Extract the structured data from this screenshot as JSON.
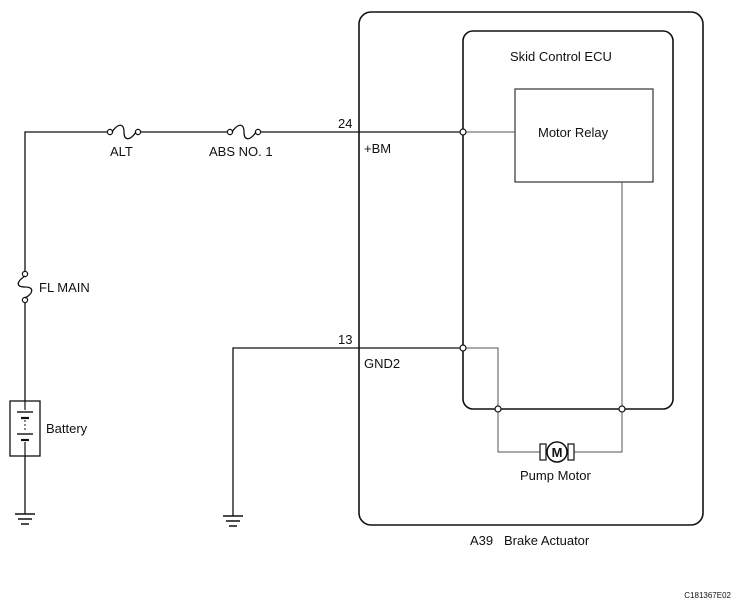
{
  "labels": {
    "ecu_title": "Skid Control ECU",
    "motor_relay": "Motor Relay",
    "fuse_alt": "ALT",
    "fuse_abs": "ABS NO. 1",
    "fuse_fl_main": "FL MAIN",
    "battery": "Battery",
    "pin_24": "24",
    "pin_24_name": "+BM",
    "pin_13": "13",
    "pin_13_name": "GND2",
    "pump_motor": "Pump Motor",
    "motor_symbol": "M",
    "actuator_caption": "A39   Brake Actuator",
    "figure_code": "C181367E02"
  }
}
